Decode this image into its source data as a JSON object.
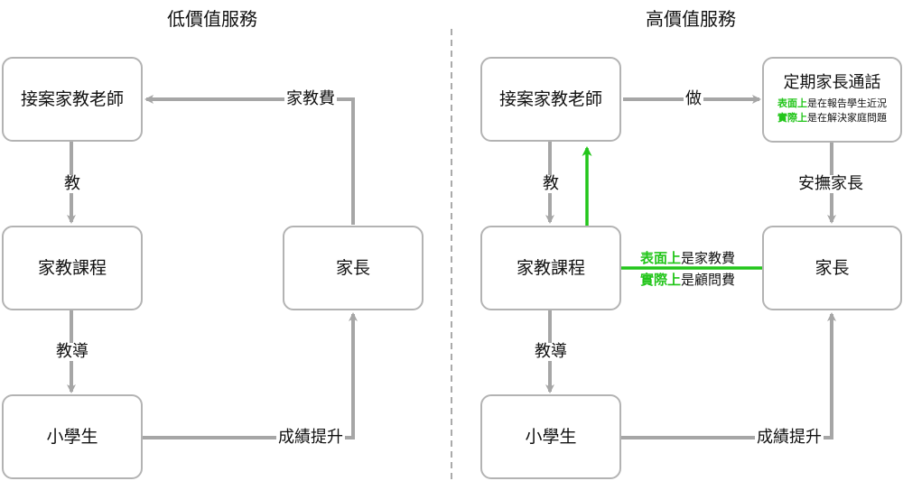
{
  "left": {
    "title": "低價值服務",
    "nodes": {
      "tutor": "接案家教老師",
      "course": "家教課程",
      "parent": "家長",
      "student": "小學生"
    },
    "edges": {
      "fee": "家教費",
      "teach": "教",
      "guide": "教導",
      "improve": "成績提升"
    }
  },
  "right": {
    "title": "高價值服務",
    "nodes": {
      "tutor": "接案家教老師",
      "call_title": "定期家長通話",
      "call_line1_hl": "表面上",
      "call_line1_rest": "是在報告學生近況",
      "call_line2_hl": "實際上",
      "call_line2_rest": "是在解決家庭問題",
      "course": "家教課程",
      "parent": "家長",
      "student": "小學生"
    },
    "edges": {
      "do": "做",
      "teach": "教",
      "comfort": "安撫家長",
      "guide": "教導",
      "improve": "成績提升",
      "fee1_hl": "表面上",
      "fee1_rest": "是家教費",
      "fee2_hl": "實際上",
      "fee2_rest": "是顧問費"
    }
  },
  "colors": {
    "gray_arrow": "#a6a6a6",
    "green_arrow": "#22c51a",
    "node_border": "#b3b3b3"
  }
}
